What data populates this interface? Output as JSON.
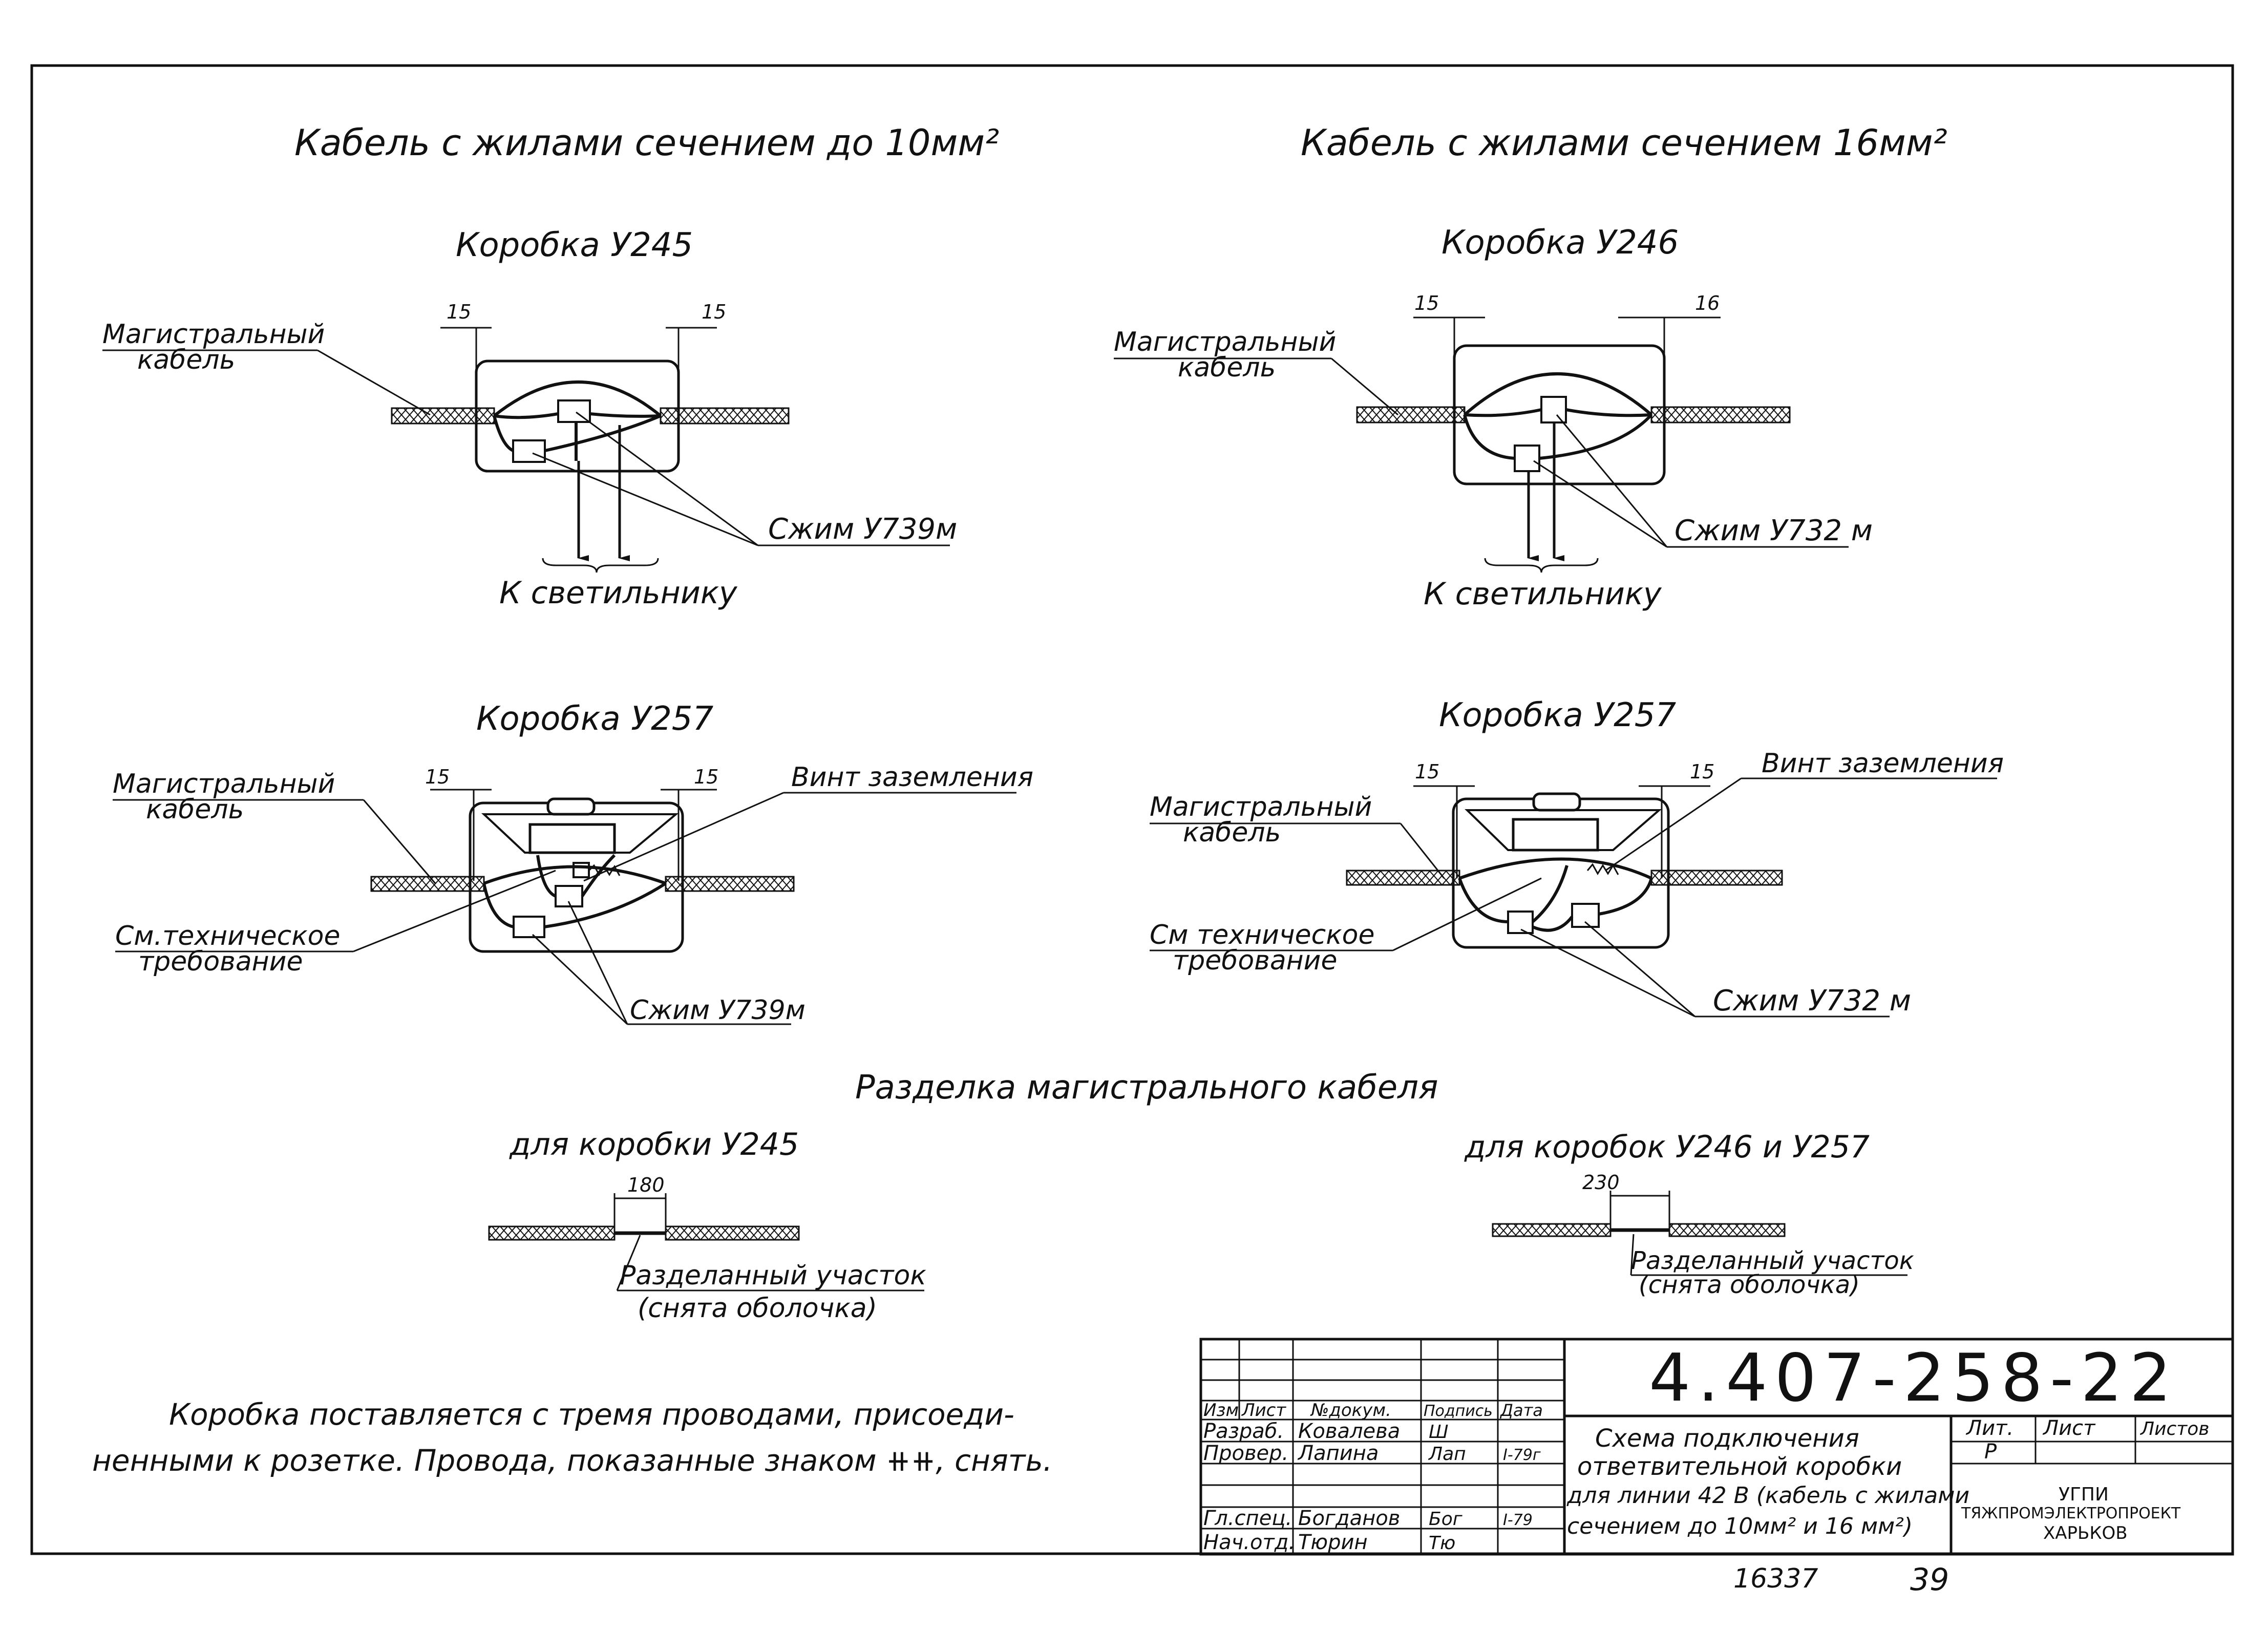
{
  "left_heading": "Кабель с жилами сечением до 10мм²",
  "right_heading": "Кабель с жилами сечением 16мм²",
  "boxes": {
    "u245": {
      "title": "Коробка У245",
      "dim_left": "15",
      "dim_right": "15",
      "cable_label_1": "Магистральный",
      "cable_label_2": "кабель",
      "clamp_label": "Сжим У739м",
      "output_label": "К светильнику"
    },
    "u246": {
      "title": "Коробка У246",
      "dim_left": "15",
      "dim_right": "16",
      "cable_label_1": "Магистральный",
      "cable_label_2": "кабель",
      "clamp_label": "Сжим У732 м",
      "output_label": "К светильнику"
    },
    "u257_left": {
      "title": "Коробка У257",
      "dim_left": "15",
      "dim_right": "15",
      "cable_label_1": "Магистральный",
      "cable_label_2": "кабель",
      "screw_label": "Винт заземления",
      "tech_label_1": "См.техническое",
      "tech_label_2": "требование",
      "clamp_label": "Сжим У739м"
    },
    "u257_right": {
      "title": "Коробка У257",
      "dim_left": "15",
      "dim_right": "15",
      "cable_label_1": "Магистральный",
      "cable_label_2": "кабель",
      "screw_label": "Винт заземления",
      "tech_label_1": "См техническое",
      "tech_label_2": "требование",
      "clamp_label": "Сжим У732 м"
    }
  },
  "stripping": {
    "heading": "Разделка магистрального кабеля",
    "left": {
      "title": "для коробки У245",
      "dim": "180",
      "label_1": "Разделанный участок",
      "label_2": "(снята оболочка)"
    },
    "right": {
      "title": "для коробок  У246 и У257",
      "dim": "230",
      "label_1": "Разделанный участок",
      "label_2": "(снята оболочка)"
    }
  },
  "note": {
    "line_1": "Коробка поставляется с тремя проводами, присоеди-",
    "line_2": "ненными к розетке. Провода, показанные знаком ⧺⧺, снять."
  },
  "title_block": {
    "doc_number": "4.407-258-22",
    "col_headers": [
      "Изм",
      "Лист",
      "№докум.",
      "Подпись",
      "Дата"
    ],
    "rows": [
      {
        "role": "Разраб.",
        "name": "Ковалева",
        "sign": "Ш",
        "date": ""
      },
      {
        "role": "Провер.",
        "name": "Лапина",
        "sign": "Лап",
        "date": "I-79г"
      },
      {
        "role": "Гл.спец.",
        "name": "Богданов",
        "sign": "Бог",
        "date": "I-79"
      },
      {
        "role": "Нач.отд.",
        "name": "Тюрин",
        "sign": "Тю",
        "date": ""
      }
    ],
    "description": [
      "Схема подключения",
      "ответвительной коробки",
      "для линии 42 В (кабель с жилами",
      "сечением до 10мм² и 16 мм²)"
    ],
    "lit_header": "Лит.",
    "sheet_header": "Лист",
    "sheets_header": "Листов",
    "lit_value": "Р",
    "org": [
      "УГПИ",
      "ТЯЖПРОМЭЛЕКТРОПРОЕКТ",
      "ХАРЬКОВ"
    ]
  },
  "footer": {
    "inventory": "16337",
    "page": "39"
  }
}
